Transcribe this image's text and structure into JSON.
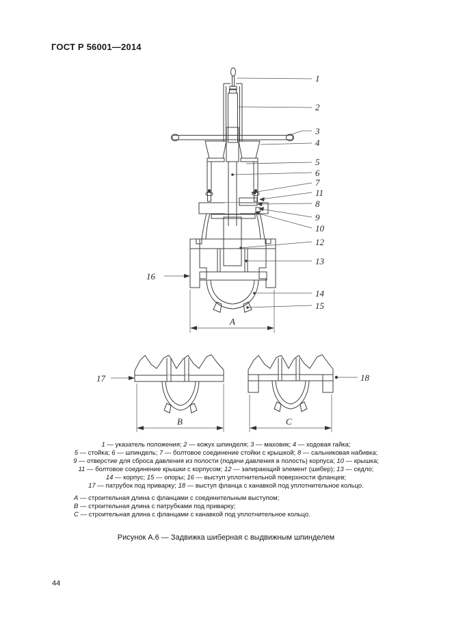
{
  "page": {
    "header": "ГОСТ Р 56001—2014",
    "page_number": "44"
  },
  "figure": {
    "caption": "Рисунок А.6 — Задвижка шиберная с выдвижным шпинделем",
    "callouts": {
      "1": "1",
      "2": "2",
      "3": "3",
      "4": "4",
      "5": "5",
      "6": "6",
      "7": "7",
      "8": "8",
      "9": "9",
      "10": "10",
      "11": "11",
      "12": "12",
      "13": "13",
      "14": "14",
      "15": "15",
      "16": "16",
      "17": "17",
      "18": "18"
    },
    "dimension_labels": {
      "A": "A",
      "B": "B",
      "C": "C"
    }
  },
  "legend": {
    "lines": [
      [
        [
          "1",
          " — указатель положения; "
        ],
        [
          "2",
          " — кожух шпинделя; "
        ],
        [
          "3",
          " — маховик; "
        ],
        [
          "4",
          " — ходовая гайка;"
        ]
      ],
      [
        [
          "5",
          " — стойка; "
        ],
        [
          "6",
          " — шпиндель; "
        ],
        [
          "7",
          " — болтовое соединение стойки с крышкой; "
        ],
        [
          "8",
          " — сальниковая набивка;"
        ]
      ],
      [
        [
          "9",
          " — отверстие для сброса давления из полости (подачи давления в полость) корпуса; "
        ],
        [
          "10",
          " — крышка;"
        ]
      ],
      [
        [
          "11",
          " — болтовое соединение крышки с корпусом; "
        ],
        [
          "12",
          " — запирающий элемент (шибер); "
        ],
        [
          "13",
          " — седло;"
        ]
      ],
      [
        [
          "14",
          " — корпус; "
        ],
        [
          "15",
          " — опоры; "
        ],
        [
          "16",
          " — выступ уплотнительной поверхности фланцев;"
        ]
      ],
      [
        [
          "17",
          " — патрубок под приварку; "
        ],
        [
          "18",
          " — выступ фланца с канавкой под уплотнительное кольцо."
        ]
      ]
    ]
  },
  "dimension_definitions": [
    [
      "А",
      " — строительная длина с фланцами с соединительным выступом;"
    ],
    [
      "В",
      " — строительная длина с патрубками под приварку;"
    ],
    [
      "С",
      " — строительная длина с фланцами с канавкой под уплотнительное кольцо."
    ]
  ],
  "colors": {
    "ink": "#3d3d3d",
    "text": "#1c1c1c",
    "paper": "#ffffff"
  }
}
